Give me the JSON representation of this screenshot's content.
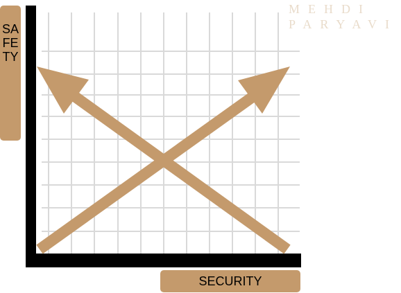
{
  "axis_labels": {
    "y": "SAFETY",
    "x": "SECURITY"
  },
  "watermark": {
    "line1": "MEHDI",
    "line2": "PARYAVI"
  },
  "colors": {
    "accent": "#c49a6c",
    "axis": "#000000",
    "grid": "#d9d9d9",
    "background": "#ffffff"
  }
}
